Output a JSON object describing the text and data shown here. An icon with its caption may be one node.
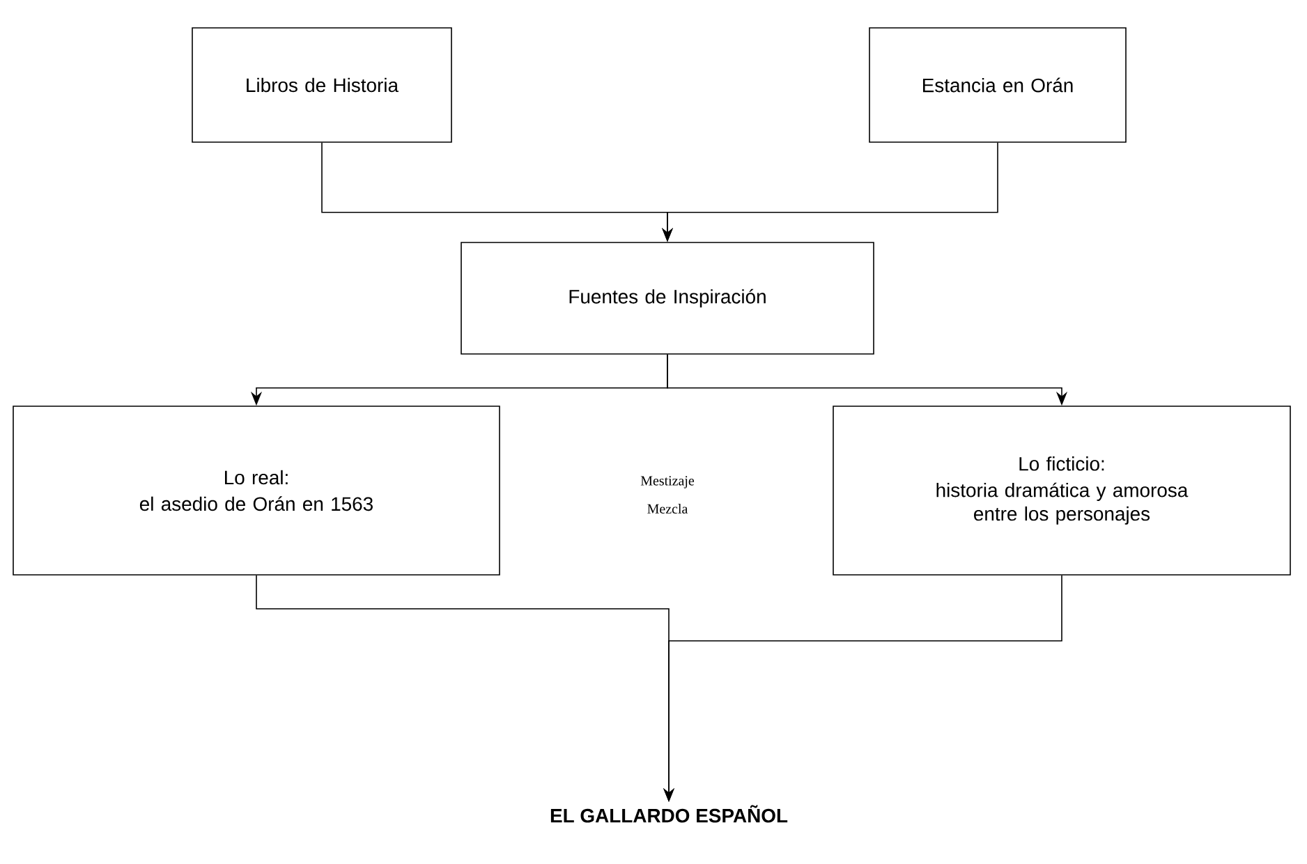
{
  "diagram": {
    "nodes": [
      {
        "text": [
          "Libros de Historia"
        ]
      },
      {
        "text": [
          "Estancia en Orán"
        ]
      },
      {
        "text": [
          "Fuentes de Inspiración"
        ]
      },
      {
        "text": [
          "Lo real:",
          "el asedio de Orán en 1563"
        ]
      },
      {
        "text": [
          "Lo ficticio:",
          "historia dramática y amorosa entre los personajes"
        ]
      },
      {
        "text": [
          "EL GALLARDO ESPAÑOL"
        ]
      }
    ],
    "edges": [
      {
        "from": 0,
        "to": 2,
        "arrow": "to"
      },
      {
        "from": 1,
        "to": 2,
        "arrow": "to"
      },
      {
        "from": 2,
        "to": 3,
        "arrow": "to"
      },
      {
        "from": 2,
        "to": 4,
        "arrow": "to"
      },
      {
        "from": 3,
        "to": 5,
        "arrow": "to"
      },
      {
        "from": 4,
        "to": 5,
        "arrow": "to"
      }
    ],
    "labels": [
      "Mestizaje",
      "Mezcla"
    ]
  }
}
